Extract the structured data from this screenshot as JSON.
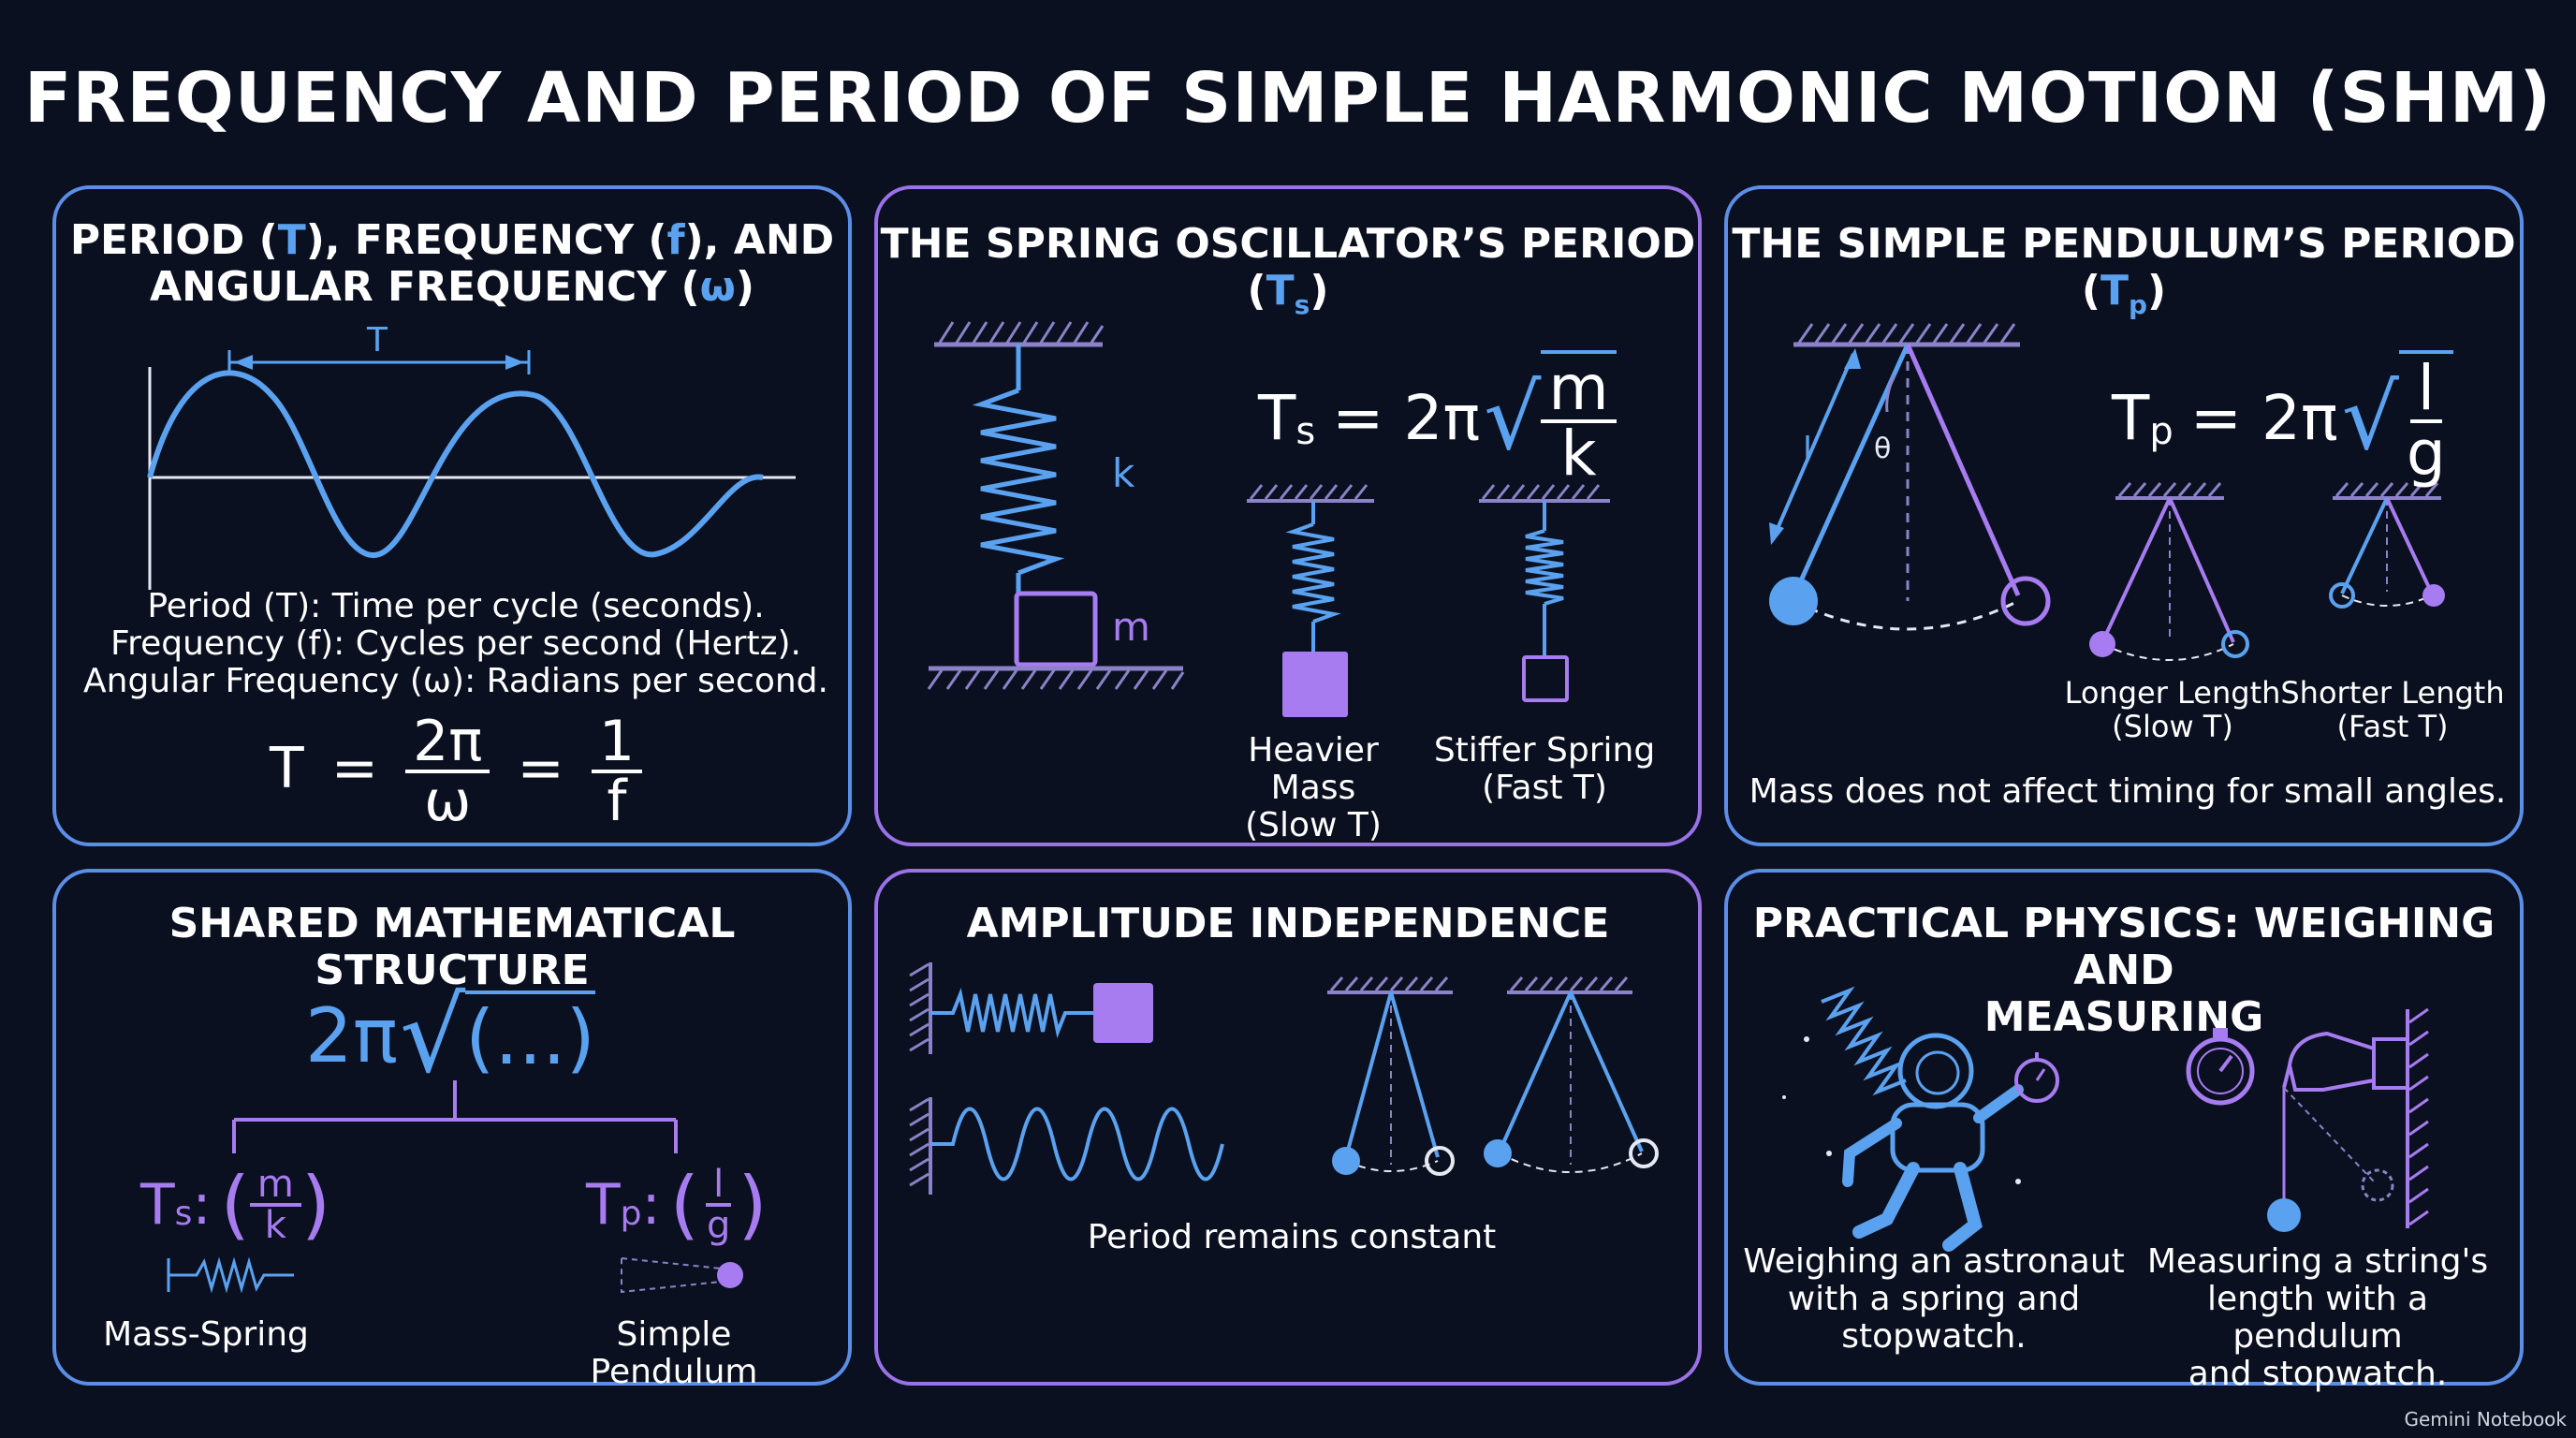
{
  "title": "FREQUENCY AND PERIOD OF SIMPLE HARMONIC MOTION (SHM)",
  "colors": {
    "background": "#0b1020",
    "blue": "#5aa2f0",
    "purple": "#a77cf0",
    "panel_blue": "#5b8ee6",
    "panel_purple": "#9a72e8"
  },
  "panel1": {
    "title_a": "PERIOD (",
    "title_T": "T",
    "title_b": "), FREQUENCY (",
    "title_f": "f",
    "title_c": "), AND",
    "title_d": "ANGULAR FREQUENCY (",
    "title_w": "ω",
    "title_e": ")",
    "wave_label": "T",
    "line1": "Period (T): Time per cycle (seconds).",
    "line2": "Frequency (f): Cycles per second (Hertz).",
    "line3": "Angular Frequency (ω): Radians per second.",
    "f_T": "T",
    "f_eq1": "=",
    "f_num1": "2π",
    "f_den1": "ω",
    "f_eq2": "=",
    "f_num2": "1",
    "f_den2": "f"
  },
  "panel2": {
    "title_a": "THE SPRING OSCILLATOR’S PERIOD (",
    "title_T": "T",
    "title_sub": "s",
    "title_e": ")",
    "label_k": "k",
    "label_m": "m",
    "f_T": "T",
    "f_sub": "s",
    "f_eq": "= 2π",
    "f_num": "m",
    "f_den": "k",
    "case1_a": "Heavier Mass",
    "case1_b": "(Slow T)",
    "case2_a": "Stiffer Spring",
    "case2_b": "(Fast T)"
  },
  "panel3": {
    "title_a": "THE SIMPLE PENDULUM’S PERIOD (",
    "title_T": "T",
    "title_sub": "p",
    "title_e": ")",
    "label_l": "l",
    "label_theta": "θ",
    "f_T": "T",
    "f_sub": "p",
    "f_eq": "= 2π",
    "f_num": "l",
    "f_den": "g",
    "case1_a": "Longer Length",
    "case1_b": "(Slow T)",
    "case2_a": "Shorter Length",
    "case2_b": "(Fast T)",
    "note": "Mass does not affect timing for small angles."
  },
  "panel4": {
    "title": "SHARED MATHEMATICAL STRUCTURE",
    "formula_a": "2π",
    "formula_b": "(...)",
    "ts_label": "T",
    "ts_sub": "s",
    "ts_colon": ":",
    "ts_num": "m",
    "ts_den": "k",
    "tp_label": "T",
    "tp_sub": "p",
    "tp_colon": ":",
    "tp_num": "l",
    "tp_den": "g",
    "label_left": "Mass-Spring",
    "label_right": "Simple Pendulum"
  },
  "panel5": {
    "title": "AMPLITUDE INDEPENDENCE",
    "caption": "Period remains constant"
  },
  "panel6": {
    "title_a": "PRACTICAL PHYSICS: WEIGHING AND",
    "title_b": "MEASURING",
    "left_a": "Weighing an astronaut",
    "left_b": "with a spring and",
    "left_c": "stopwatch.",
    "right_a": "Measuring a string's",
    "right_b": "length with a pendulum",
    "right_c": "and stopwatch."
  },
  "watermark": "Gemini Notebook"
}
